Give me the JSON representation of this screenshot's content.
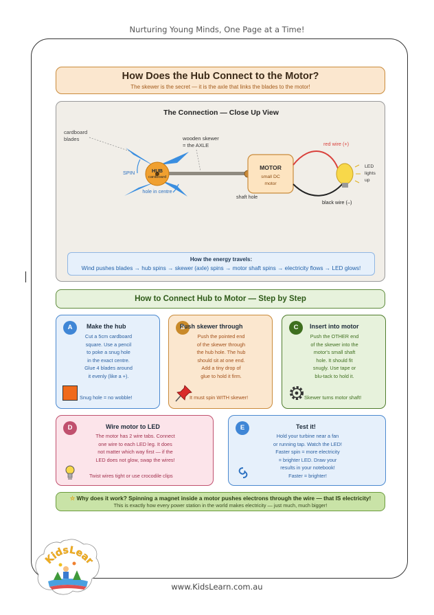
{
  "page": {
    "tagline": "Nurturing Young Minds, One Page at a Time!",
    "footer": "www.KidsLearn.com.au",
    "logo_text": "KidsLearn"
  },
  "header": {
    "title": "How Does the Hub Connect to the Motor?",
    "subtitle": "The skewer is the secret — it is the axle that links the blades to the motor!"
  },
  "diagram": {
    "title": "The Connection — Close Up View",
    "label_blades_1": "cardboard",
    "label_blades_2": "blades",
    "label_skewer_1": "wooden skewer",
    "label_skewer_2": "= the AXLE",
    "label_spin": "SPIN",
    "label_hub": "HUB",
    "label_hub_sub": "cardboard",
    "label_hole": "hole in centre",
    "label_motor": "MOTOR",
    "label_motor_sub_1": "small DC",
    "label_motor_sub_2": "motor",
    "label_shaft_hole": "shaft hole",
    "label_red_wire": "red wire (+)",
    "label_black_wire": "black wire (–)",
    "label_led_1": "LED",
    "label_led_2": "lights",
    "label_led_3": "up",
    "energy_title": "How the energy travels:",
    "energy_flow": "Wind pushes blades → hub spins → skewer (axle) spins → motor shaft spins → electricity flows → LED glows!",
    "colors": {
      "hub": "#f0a030",
      "motor_fill": "#fde4c0",
      "motor_stroke": "#c98a3a",
      "blade": "#3a8ee0",
      "skewer": "#8f8a80",
      "red_wire": "#d9413c",
      "led": "#f8d84a"
    }
  },
  "steps_header": "How to Connect Hub to Motor — Step by Step",
  "steps": [
    {
      "letter": "A",
      "title": "Make the hub",
      "lines": [
        "Cut a 5cm cardboard",
        "square. Use a pencil",
        "to poke a snug hole",
        "in the exact centre.",
        "Glue 4 blades around",
        "it evenly (like a +)."
      ],
      "foot": "Snug hole = no wobble!",
      "icon": "orange-square-icon",
      "color": "#3f86d6"
    },
    {
      "letter": "B",
      "title": "Push skewer through",
      "lines": [
        "Push the pointed end",
        "of the skewer through",
        "the hub hole. The hub",
        "should sit at one end.",
        "Add a tiny drop of",
        "glue to hold it firm."
      ],
      "foot": "It must spin WITH skewer!",
      "icon": "pushpin-icon",
      "color": "#c98a2a"
    },
    {
      "letter": "C",
      "title": "Insert into motor",
      "lines": [
        "Push the OTHER end",
        "of the skewer into the",
        "motor's small shaft",
        "hole. It should fit",
        "snugly. Use tape or",
        "blu-tack to hold it."
      ],
      "foot": "Skewer turns motor shaft!",
      "icon": "gear-icon",
      "color": "#3f6f1f"
    },
    {
      "letter": "D",
      "title": "Wire motor to LED",
      "lines": [
        "The motor has 2 wire tabs. Connect",
        "one wire to each LED leg. It does",
        "not matter which way first — if the",
        "LED does not glow, swap the wires!"
      ],
      "foot": "Twist wires tight or use crocodile clips",
      "icon": "lightbulb-icon",
      "color": "#c0506e"
    },
    {
      "letter": "E",
      "title": "Test it!",
      "lines": [
        "Hold your turbine near a fan",
        "or running tap. Watch the LED!",
        "Faster spin = more electricity",
        "= brighter LED. Draw your",
        "results in your notebook!",
        "Faster = brighter!"
      ],
      "foot": "",
      "icon": "cyclone-icon",
      "color": "#3f86d6"
    }
  ],
  "why": {
    "icon": "star-icon",
    "line1": "Why does it work? Spinning a magnet inside a motor pushes electrons through the wire — that IS electricity!",
    "line2": "This is exactly how every power station in the world makes electricity — just much, much bigger!"
  }
}
